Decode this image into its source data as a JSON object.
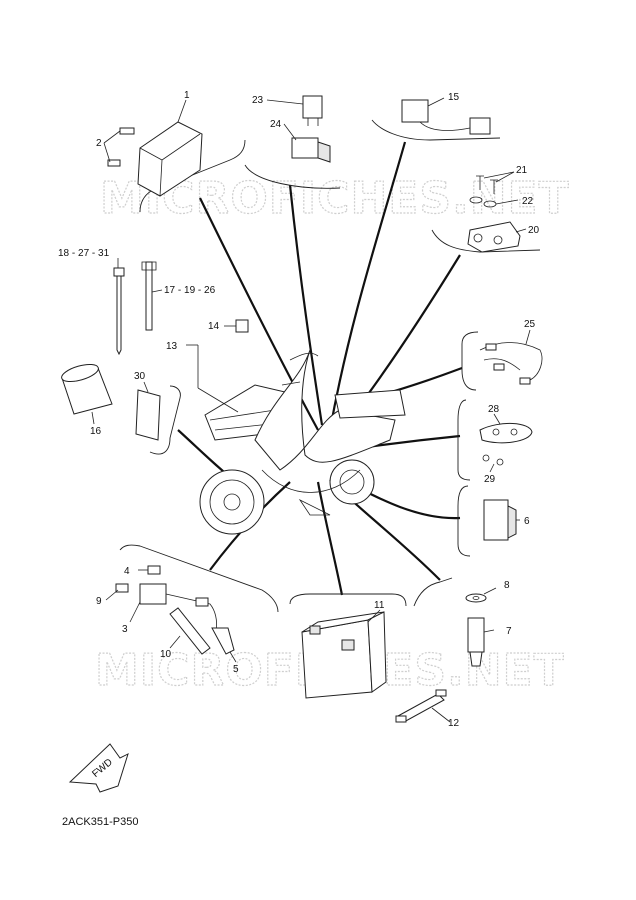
{
  "watermark": "MICROFICHES.NET",
  "diagram_code": "2ACK351-P350",
  "fwd_label": "FWD",
  "labels": {
    "p1": "1",
    "p2": "2",
    "p3": "3",
    "p4": "4",
    "p5": "5",
    "p6": "6",
    "p7": "7",
    "p8": "8",
    "p9": "9",
    "p10": "10",
    "p11": "11",
    "p12": "12",
    "p13": "13",
    "p14": "14",
    "p15": "15",
    "p16": "16",
    "p17": "17 - 19 - 26",
    "p18": "18 - 27 - 31",
    "p20": "20",
    "p21": "21",
    "p22": "22",
    "p23": "23",
    "p24": "24",
    "p25": "25",
    "p28": "28",
    "p29": "29",
    "p30": "30"
  }
}
